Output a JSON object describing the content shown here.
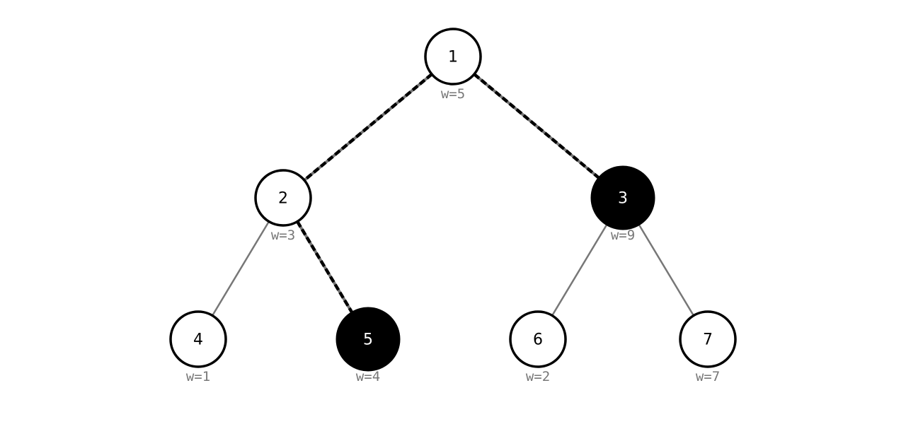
{
  "nodes": [
    {
      "id": "1",
      "label": "1",
      "weight": "w=5",
      "highlighted": false
    },
    {
      "id": "2",
      "label": "2",
      "weight": "w=3",
      "highlighted": false
    },
    {
      "id": "3",
      "label": "3",
      "weight": "w=9",
      "highlighted": true
    },
    {
      "id": "4",
      "label": "4",
      "weight": "w=1",
      "highlighted": false
    },
    {
      "id": "5",
      "label": "5",
      "weight": "w=4",
      "highlighted": true
    },
    {
      "id": "6",
      "label": "6",
      "weight": "w=2",
      "highlighted": false
    },
    {
      "id": "7",
      "label": "7",
      "weight": "w=7",
      "highlighted": false
    }
  ],
  "edges": [
    {
      "from": "1",
      "to": "2",
      "highlighted": true
    },
    {
      "from": "1",
      "to": "3",
      "highlighted": true
    },
    {
      "from": "2",
      "to": "4",
      "highlighted": false
    },
    {
      "from": "2",
      "to": "5",
      "highlighted": true
    },
    {
      "from": "3",
      "to": "6",
      "highlighted": false
    },
    {
      "from": "3",
      "to": "7",
      "highlighted": false
    }
  ],
  "colors": {
    "node_fill": "#ffffff",
    "node_stroke": "#000000",
    "highlight_fill": "#000000",
    "highlight_text": "#ffffff",
    "edge": "#777777",
    "highlight_edge": "#000000",
    "weight_text": "#777777"
  }
}
